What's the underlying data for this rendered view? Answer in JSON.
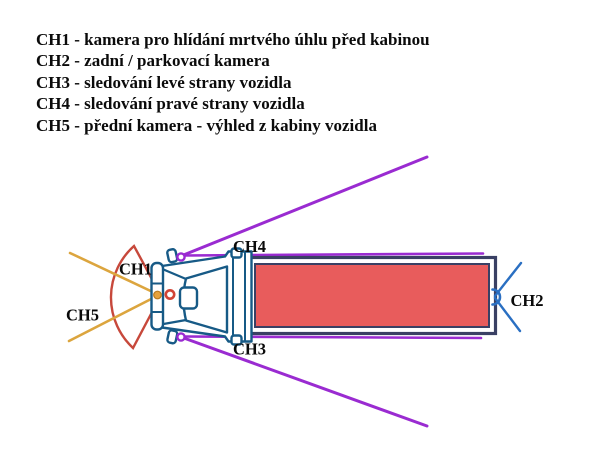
{
  "legend": {
    "lines": [
      "CH1 - kamera pro hlídání mrtvého úhlu před kabinou",
      "CH2 - zadní / parkovací kamera",
      "CH3 - sledování levé strany vozidla",
      "CH4 - sledování pravé strany vozidla",
      "CH5 - přední kamera - výhled z kabiny vozidla"
    ]
  },
  "diagram": {
    "labels": {
      "ch1": "CH1",
      "ch2": "CH2",
      "ch3": "CH3",
      "ch4": "CH4",
      "ch5": "CH5"
    },
    "colors": {
      "cab_outline": "#175a86",
      "trailer_border": "#3a4064",
      "trailer_fill": "#e85c5c",
      "ch1_arc_red": "#c7483b",
      "ch2_blue": "#2a6fc2",
      "ch34_purple": "#9a2bd1",
      "ch5_yellow": "#dca53e",
      "front_dot_orange": "#e6a23c",
      "front_dot_orange_edge": "#b97a1e",
      "cab_ring_red": "#d24436",
      "white": "#ffffff"
    }
  }
}
